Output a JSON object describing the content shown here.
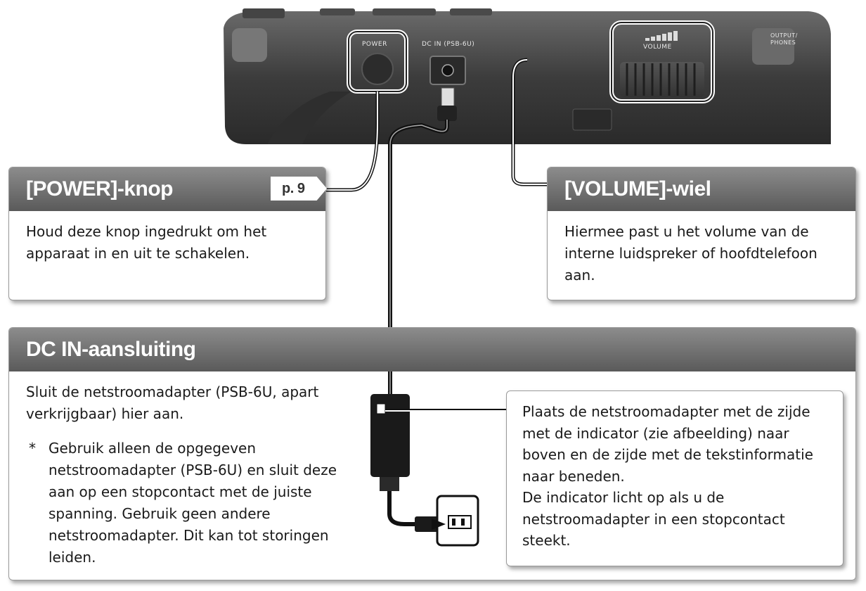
{
  "device": {
    "power_label": "POWER",
    "dcin_label": "DC IN (PSB-6U)",
    "volume_label": "VOLUME",
    "output_label": "OUTPUT/ PHONES"
  },
  "power_panel": {
    "title": "[POWER]-knop",
    "page_ref": "p. 9",
    "body": "Houd deze knop ingedrukt om het apparaat in en uit te schakelen."
  },
  "volume_panel": {
    "title": "[VOLUME]-wiel",
    "body": "Hiermee past u het volume van de interne luidspreker of hoofdtelefoon aan."
  },
  "dcin_panel": {
    "title": "DC IN-aansluiting",
    "body": "Sluit de netstroomadapter (PSB-6U, apart verkrijgbaar) hier aan.",
    "note_mark": "*",
    "note": "Gebruik alleen de opgegeven netstroomadapter (PSB-6U) en sluit deze aan op een stopcontact met de juiste spanning. Gebruik geen andere netstroomadapter. Dit kan tot storingen leiden."
  },
  "adapter_callout": {
    "text1": "Plaats de netstroomadapter met de zijde met de indicator (zie afbeelding) naar boven en de zijde met de tekstinformatie naar beneden.",
    "text2": "De indicator licht op als u de netstroomadapter in een stopcontact steekt."
  }
}
